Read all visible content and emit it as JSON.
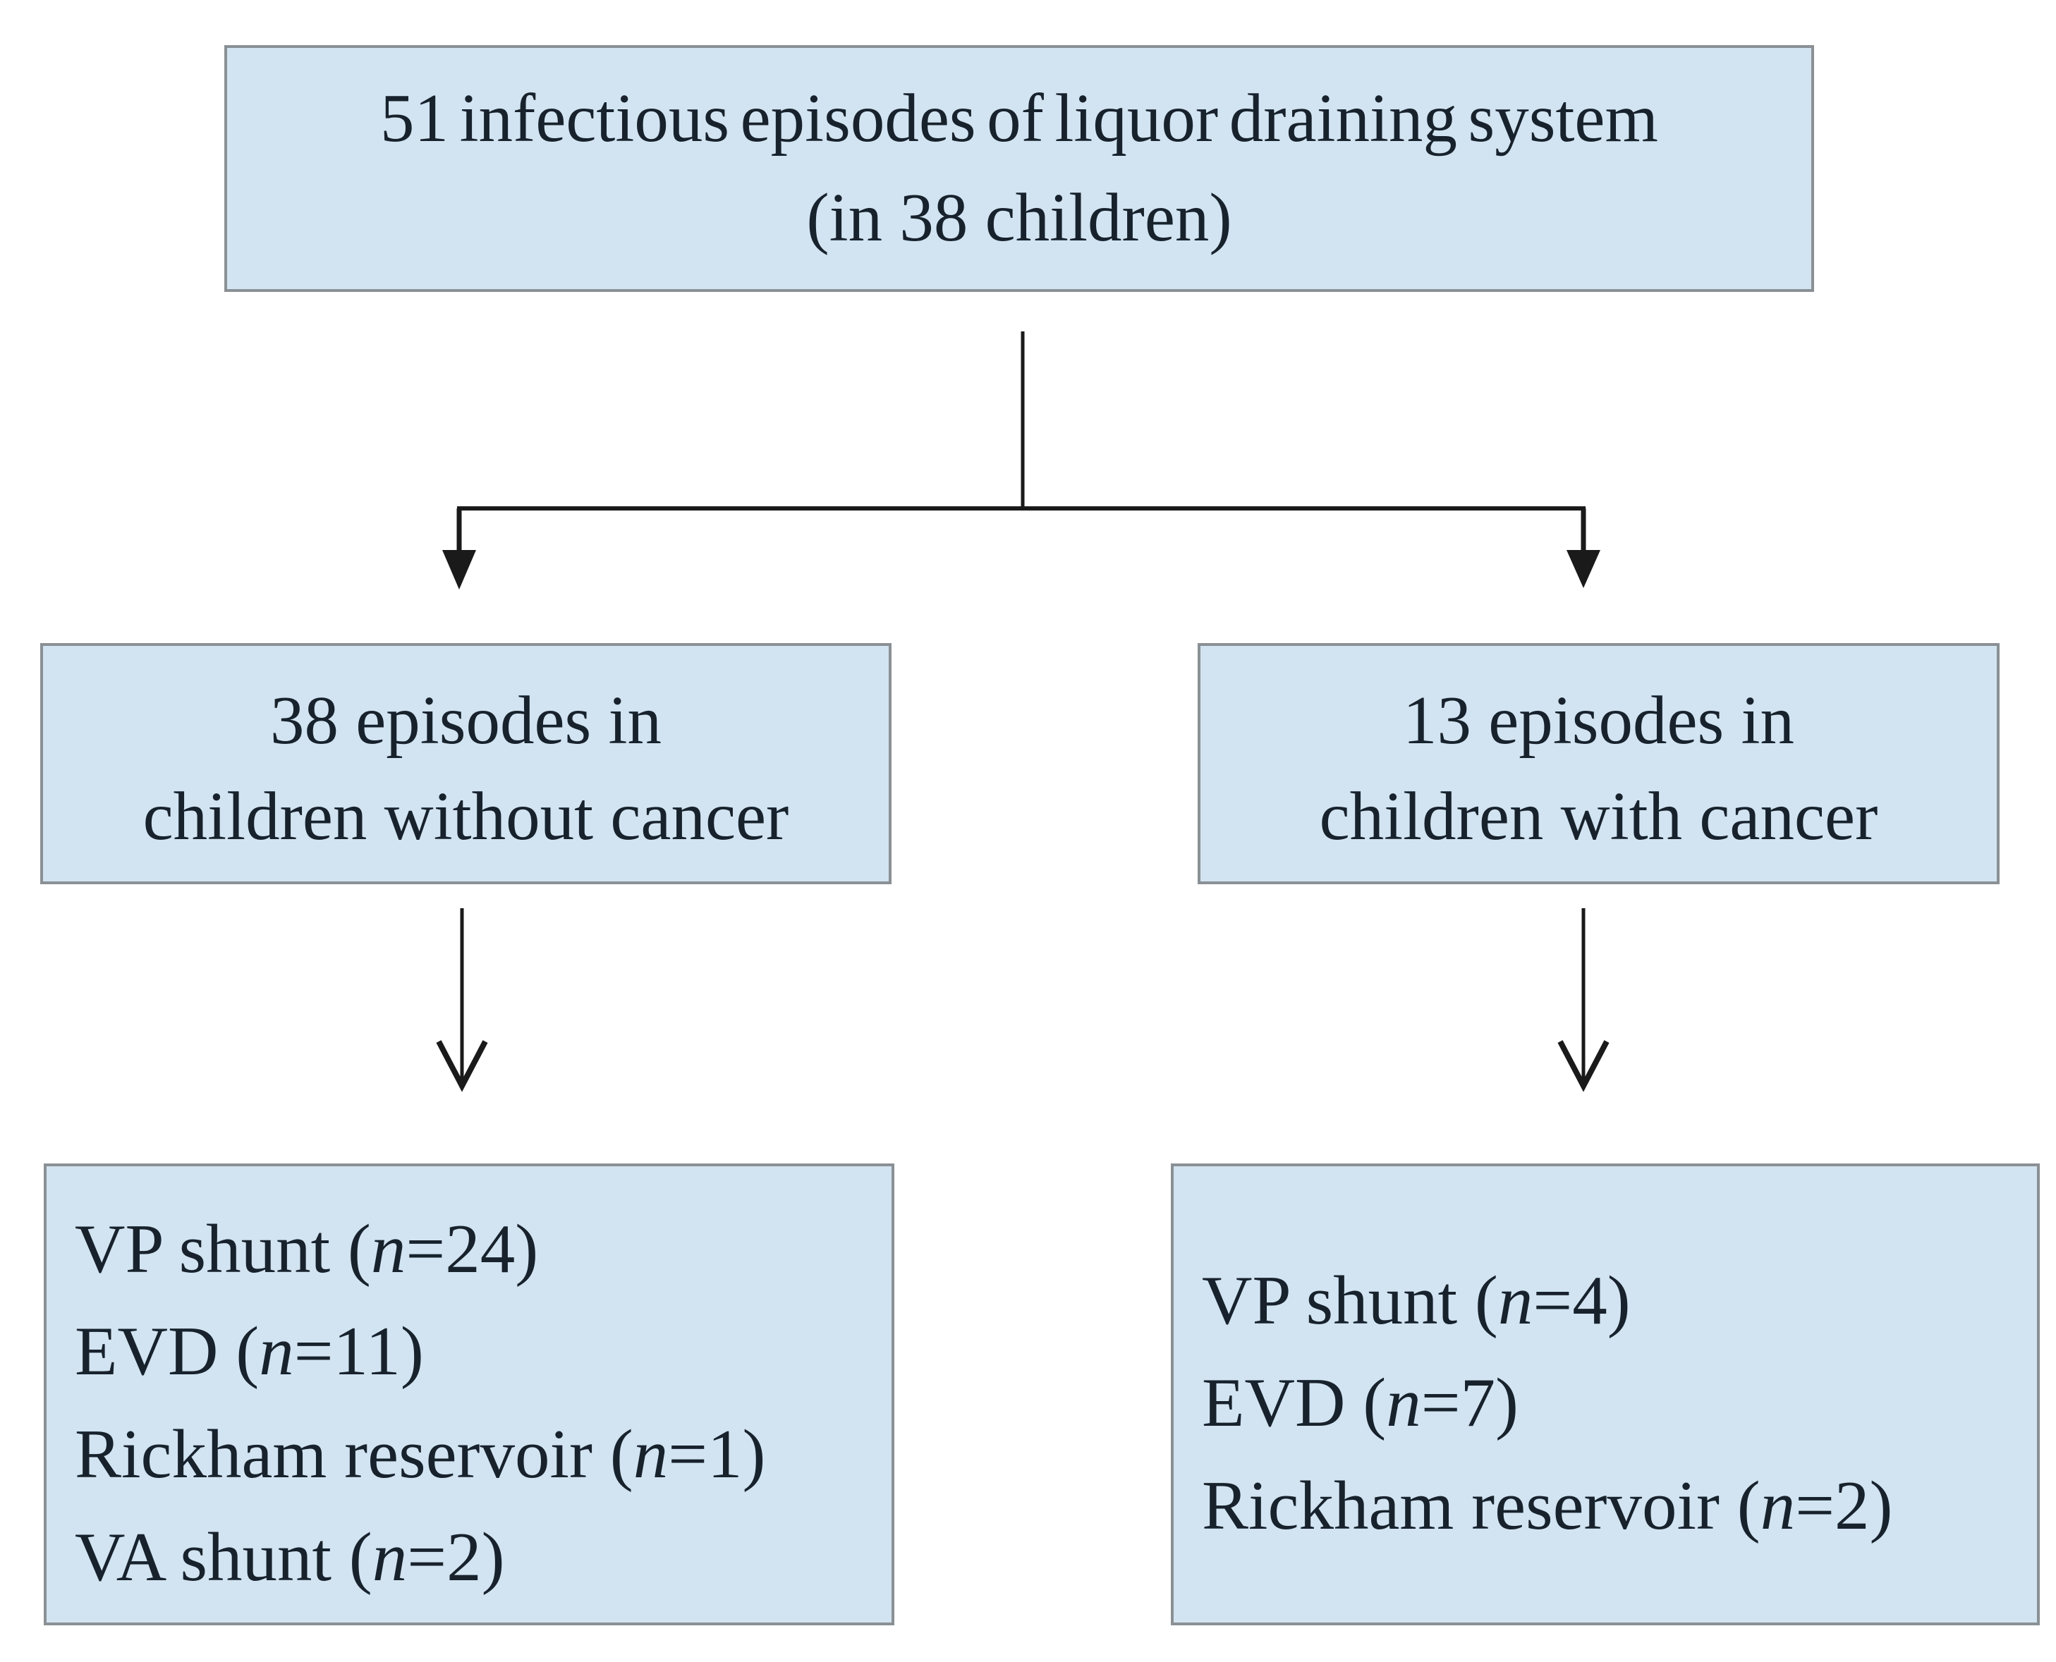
{
  "colors": {
    "page_bg": "#ffffff",
    "box_fill": "#d2e4f1",
    "box_border": "#8a9094",
    "text": "#17222d",
    "line": "#1a1a1a"
  },
  "flowchart": {
    "root": {
      "line1": "51 infectious episodes of liquor draining system",
      "line2": "(in 38 children)"
    },
    "branch_left": {
      "line1": "38 episodes in",
      "line2": "children without cancer"
    },
    "branch_right": {
      "line1": "13 episodes in",
      "line2": "children with cancer"
    },
    "leaf_left": {
      "items": [
        "VP shunt (n=24)",
        "EVD (n=11)",
        "Rickham reservoir (n=1)",
        "VA shunt (n=2)"
      ]
    },
    "leaf_right": {
      "items": [
        "VP shunt (n=4)",
        "EVD (n=7)",
        "Rickham reservoir (n=2)"
      ]
    }
  }
}
